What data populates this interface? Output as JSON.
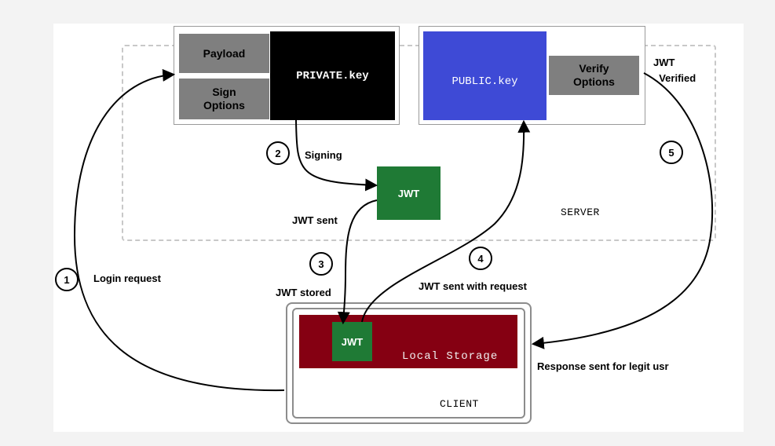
{
  "signing_panel": {
    "payload": "Payload",
    "sign_options": "Sign\nOptions",
    "private_key": "PRIVATE.key"
  },
  "verify_panel": {
    "public_key": "PUBLIC.key",
    "verify_options": "Verify\nOptions"
  },
  "jwt_token": "JWT",
  "regions": {
    "server": "SERVER",
    "client": "CLIENT",
    "local_storage": "Local Storage"
  },
  "steps": [
    {
      "number": "1",
      "label": "Login request"
    },
    {
      "number": "2",
      "label": "Signing"
    },
    {
      "number": "3",
      "label": "JWT stored"
    },
    {
      "number": "4",
      "label": "JWT sent with request"
    },
    {
      "number": "5",
      "label": "JWT\n  Verified"
    }
  ],
  "edge_labels": {
    "jwt_sent": "JWT sent",
    "response": "Response sent for legit usr"
  }
}
